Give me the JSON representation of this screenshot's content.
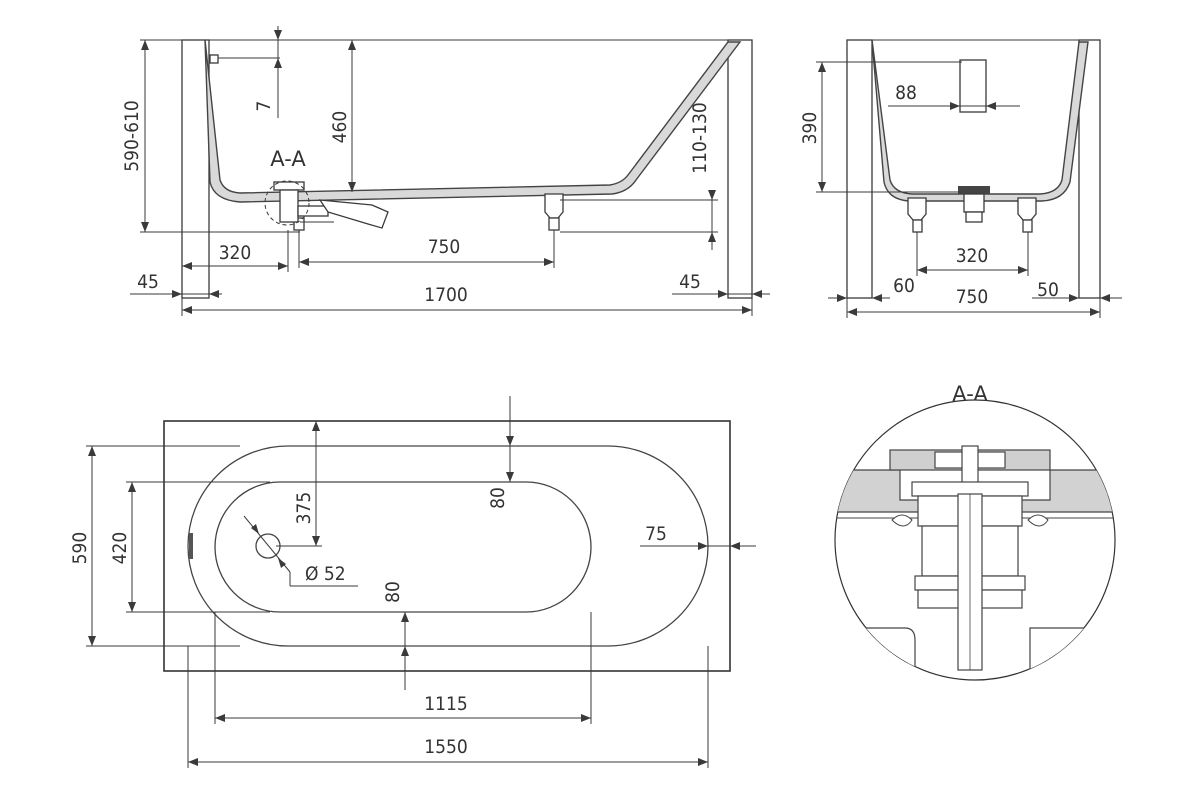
{
  "section_label": "A-A",
  "side_view": {
    "height_range": "590-610",
    "overflow_offset": "7",
    "depth": "460",
    "leg_height_range": "110-130",
    "drain_offset": "320",
    "leg_spacing": "750",
    "panel_left": "45",
    "panel_right": "45",
    "overall_length": "1700"
  },
  "end_view": {
    "depth": "390",
    "drain_width": "88",
    "leg_spacing": "320",
    "panel_left": "60",
    "overall_width": "750",
    "panel_right": "50"
  },
  "top_view": {
    "outer_width": "590",
    "inner_width": "420",
    "drain_from_edge": "375",
    "rim_side_top": "80",
    "rim_end": "75",
    "drain_diameter": "Ø 52",
    "rim_side_bottom": "80",
    "inner_length": "1115",
    "outer_length": "1550"
  },
  "detail": {
    "title": "A-A"
  }
}
